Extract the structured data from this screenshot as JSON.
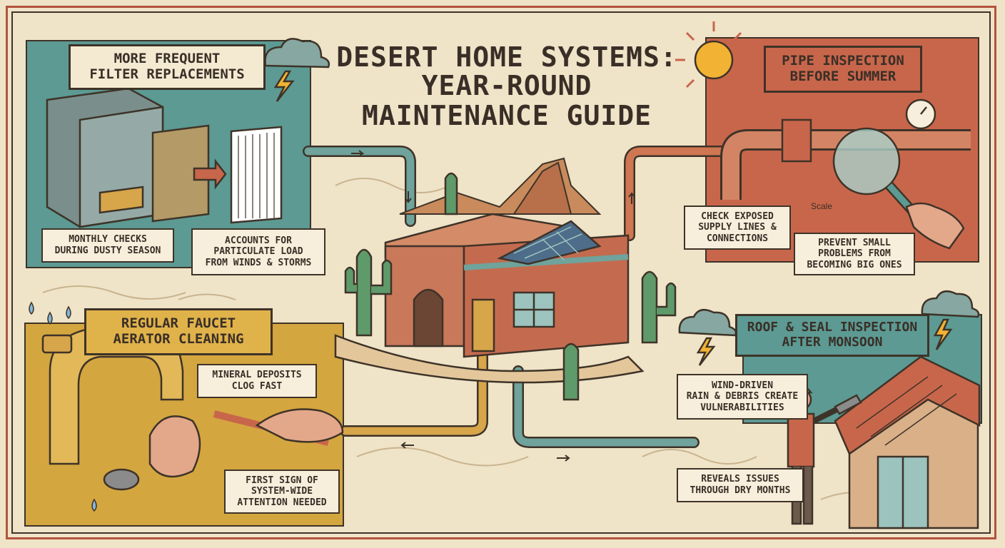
{
  "title": {
    "line1": "DESERT HOME SYSTEMS:",
    "line2": "YEAR-ROUND",
    "line3": "MAINTENANCE GUIDE"
  },
  "sections": {
    "filter": {
      "heading_line1": "MORE FREQUENT",
      "heading_line2": "FILTER REPLACEMENTS",
      "note1_line1": "MONTHLY CHECKS",
      "note1_line2": "DURING DUSTY SEASON",
      "note2_line1": "ACCOUNTS FOR",
      "note2_line2": "PARTICULATE LOAD",
      "note2_line3": "FROM WINDS & STORMS"
    },
    "pipe": {
      "heading_line1": "PIPE INSPECTION",
      "heading_line2": "BEFORE SUMMER",
      "note1_line1": "CHECK EXPOSED",
      "note1_line2": "SUPPLY LINES &",
      "note1_line3": "CONNECTIONS",
      "note2_line1": "PREVENT SMALL",
      "note2_line2": "PROBLEMS FROM",
      "note2_line3": "BECOMING BIG ONES",
      "scale_label": "Scale"
    },
    "faucet": {
      "heading_line1": "REGULAR FAUCET",
      "heading_line2": "AERATOR CLEANING",
      "note1_line1": "MINERAL DEPOSITS",
      "note1_line2": "CLOG FAST",
      "note2_line1": "FIRST SIGN OF",
      "note2_line2": "SYSTEM-WIDE",
      "note2_line3": "ATTENTION NEEDED"
    },
    "roof": {
      "heading_line1": "ROOF & SEAL INSPECTION",
      "heading_line2": "AFTER MONSOON",
      "note1_line1": "WIND-DRIVEN",
      "note1_line2": "RAIN & DEBRIS CREATE",
      "note1_line3": "VULNERABILITIES",
      "note2_line1": "REVEALS ISSUES",
      "note2_line2": "THROUGH DRY MONTHS"
    }
  },
  "colors": {
    "teal": "#5c9a93",
    "rust": "#c8664b",
    "mustard": "#d4a640",
    "cream": "#efe3c8",
    "ink": "#3e3328",
    "adobe": "#c9785a",
    "cactus": "#5f9a6a",
    "sun": "#f2b233"
  }
}
